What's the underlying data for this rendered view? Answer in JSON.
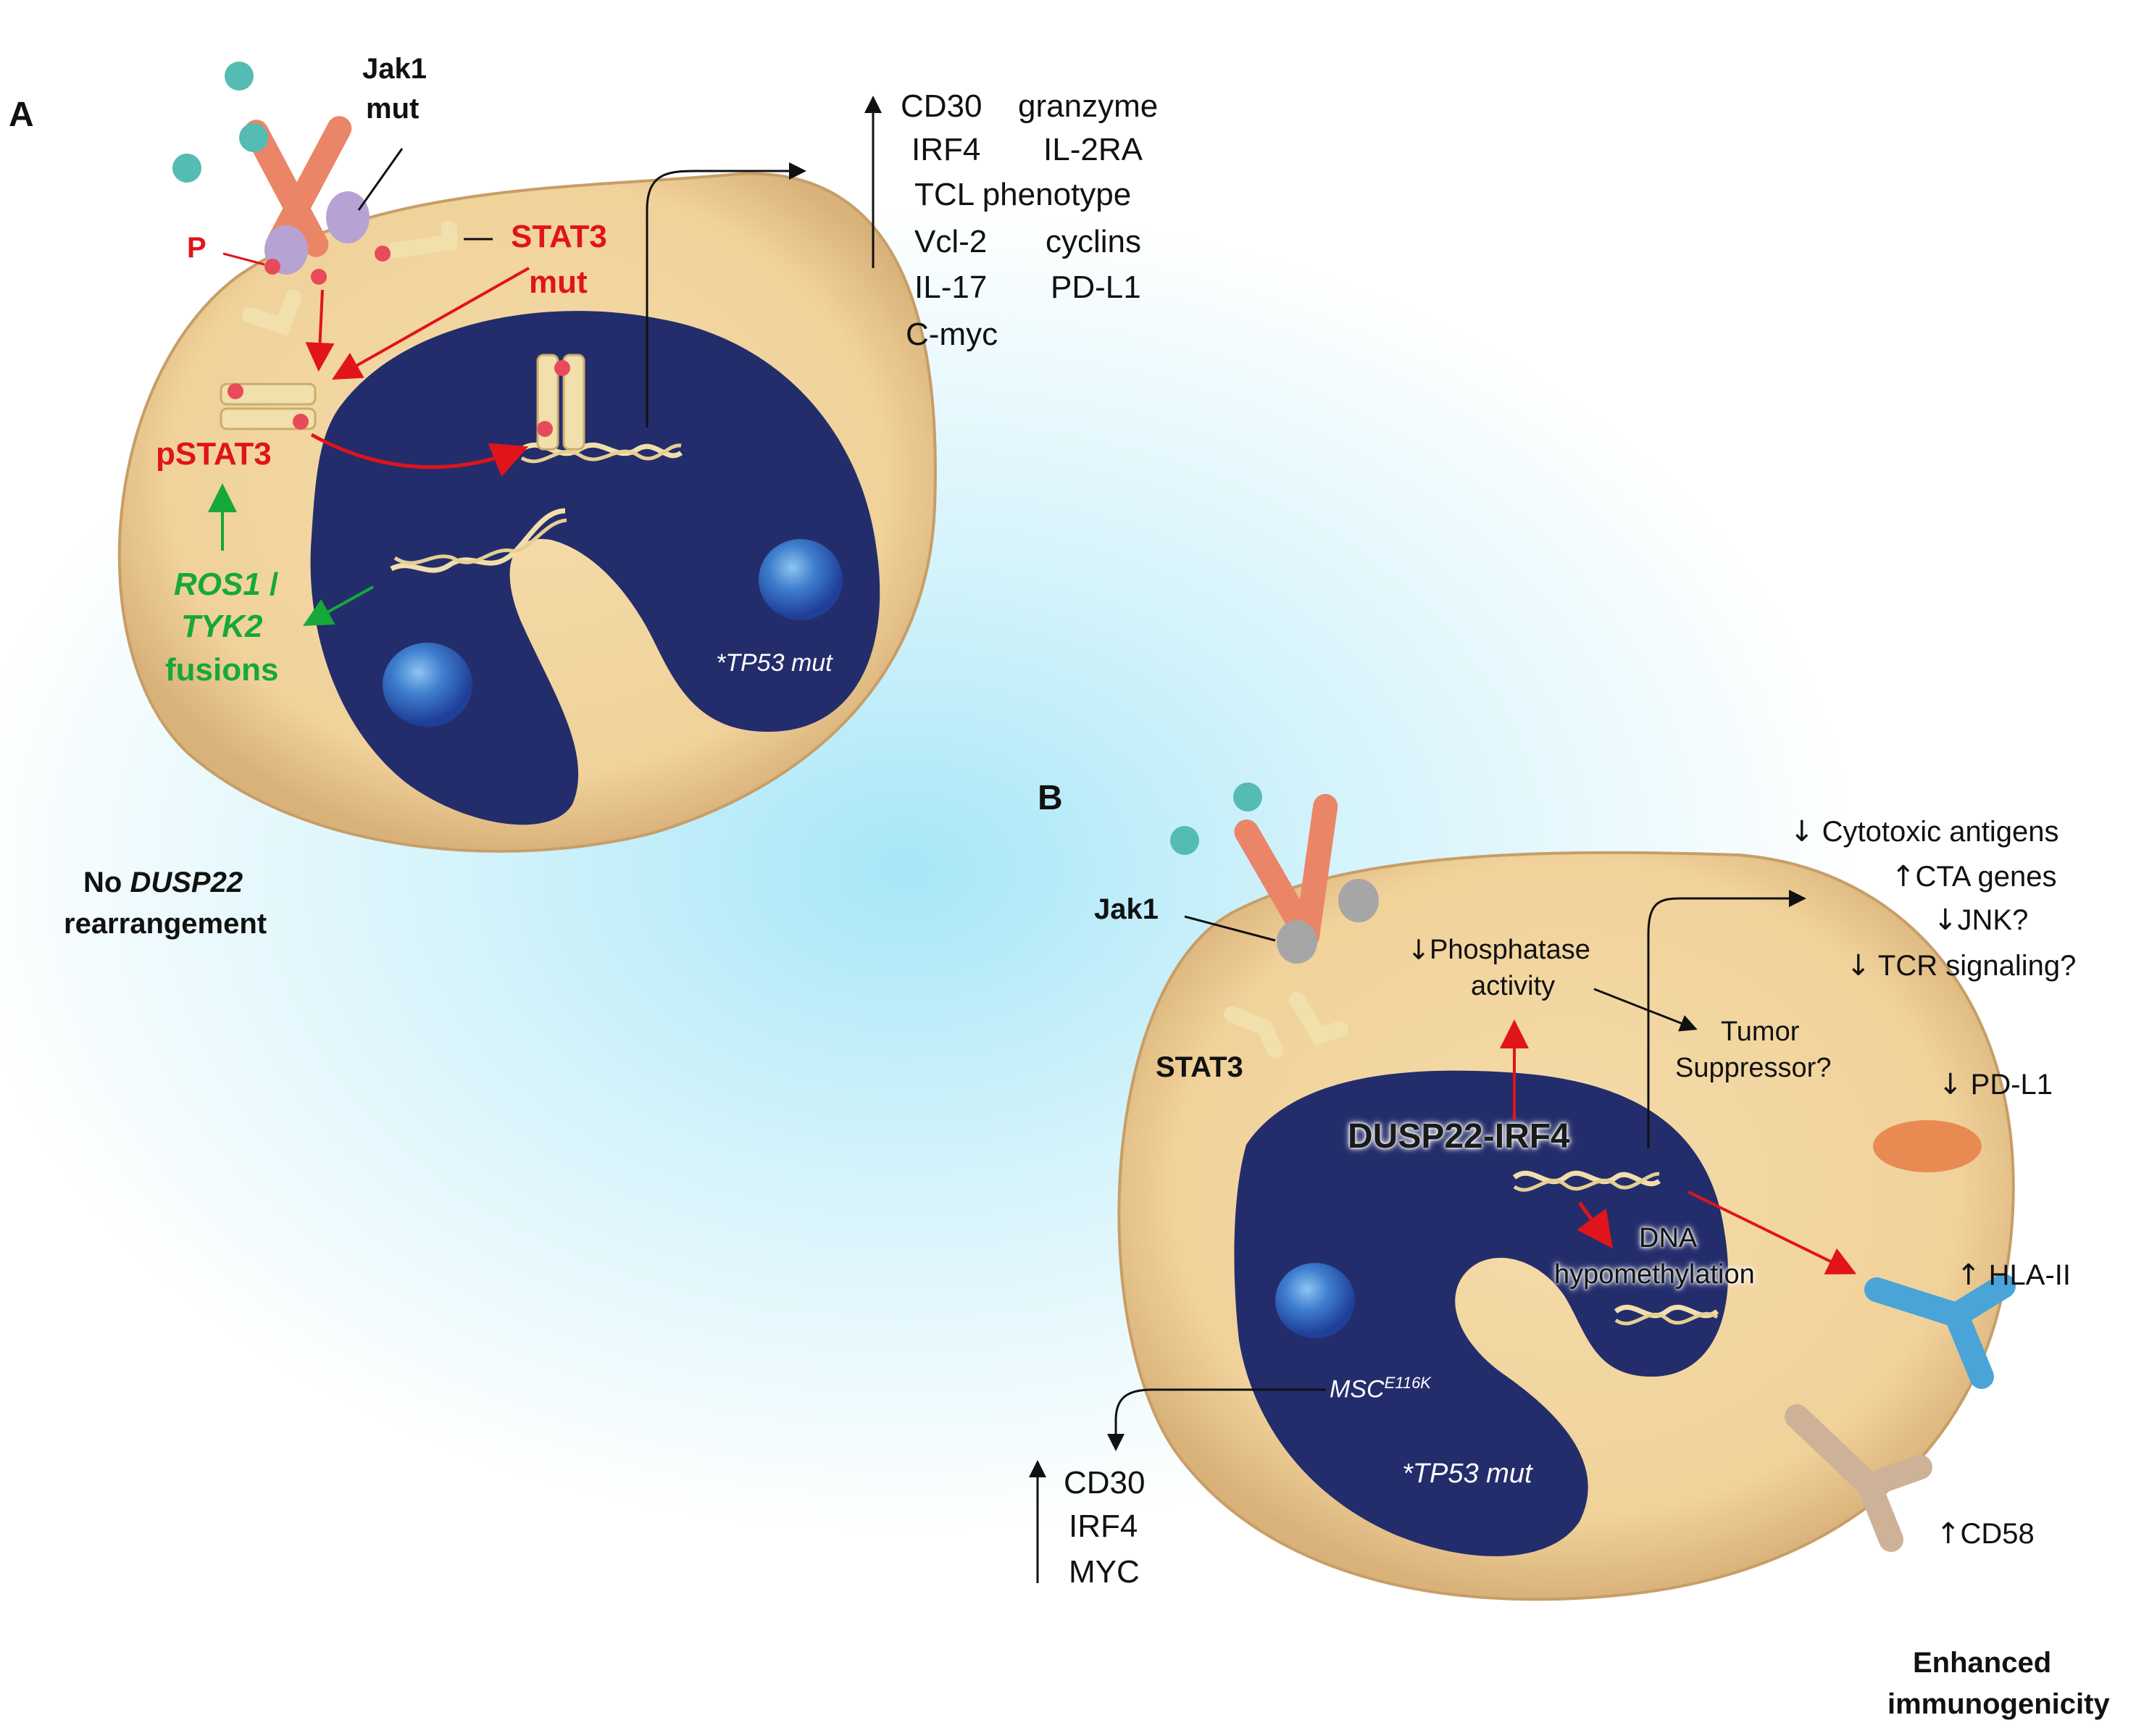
{
  "panel_a": {
    "label": "A",
    "jak1_line1": "Jak1",
    "jak1_line2": "mut",
    "p_label": "P",
    "stat3_line1": "STAT3",
    "stat3_line2": "mut",
    "pstat3": "pSTAT3",
    "ros1": "ROS1",
    "slash": " /",
    "tyk2": "TYK2",
    "fusions": "fusions",
    "tp53": "*TP53 mut",
    "no_label": "No ",
    "dusp22": "DUSP22",
    "rearrangement": "rearrangement",
    "targets": {
      "row1_left": "CD30",
      "row1_right": "granzyme",
      "row2_left": "IRF4",
      "row2_right": "IL-2RA",
      "row3": "TCL phenotype",
      "row4_left": "Vcl-2",
      "row4_right": "cyclins",
      "row5_left": "IL-17",
      "row5_right": "PD-L1",
      "row6": "C-myc"
    }
  },
  "panel_b": {
    "label": "B",
    "jak1": "Jak1",
    "stat3": "STAT3",
    "phosphatase_line1": "Phosphatase",
    "phosphatase_line2": "activity",
    "tumor_line1": "Tumor",
    "tumor_line2": "Suppressor?",
    "dusp22_irf4": "DUSP22-IRF4",
    "dna_line1": "DNA",
    "dna_line2": "hypomethylation",
    "msc": "MSC",
    "msc_sup": "E116K",
    "tp53": "*TP53 mut",
    "effects": {
      "cytotoxic": "Cytotoxic antigens",
      "cta": "CTA genes",
      "jnk": "JNK?",
      "tcr": "TCR signaling?"
    },
    "pdl1": "PD-L1",
    "hla": "HLA-II",
    "cd58": "CD58",
    "msc_targets": [
      "CD30",
      "IRF4",
      "MYC"
    ],
    "enhanced_line1": "Enhanced",
    "enhanced_line2": "immunogenicity"
  },
  "arrow_glyphs": {
    "up": "↑",
    "down": "↓"
  },
  "colors": {
    "cytoplasm": "#f3d7a4",
    "nucleus": "#242d6b",
    "receptor": "#ea8568",
    "jak_a": "#b6a3d4",
    "jak_b": "#a6a6a6",
    "ligand": "#54bcb2",
    "stat": "#f1dfac",
    "phospho": "#e84a5a",
    "red_arrow": "#e0141a",
    "green_arrow": "#16a83a",
    "pdl1_receptor": "#e98a52",
    "hla_receptor": "#4aa4d8",
    "cd58_receptor": "#cdb298"
  }
}
